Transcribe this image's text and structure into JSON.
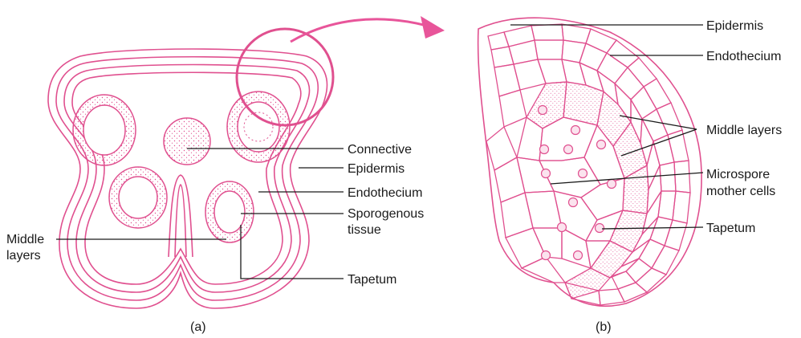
{
  "panel_a": {
    "caption": "(a)",
    "labels": {
      "connective": "Connective",
      "epidermis": "Epidermis",
      "endothecium": "Endothecium",
      "sporogenous_1": "Sporogenous",
      "sporogenous_2": "tissue",
      "tapetum": "Tapetum",
      "middle_1": "Middle",
      "middle_2": "layers"
    }
  },
  "panel_b": {
    "caption": "(b)",
    "labels": {
      "epidermis": "Epidermis",
      "endothecium": "Endothecium",
      "middle_layers": "Middle layers",
      "microspore_1": "Microspore",
      "microspore_2": "mother cells",
      "tapetum": "Tapetum"
    }
  },
  "colors": {
    "tissue_outline": "#e0508f",
    "arrow": "#e8559a",
    "leader": "#1a1a1a"
  }
}
